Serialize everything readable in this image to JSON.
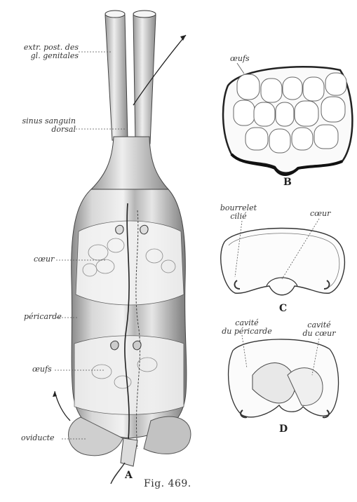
{
  "labels": {
    "extr_post_1": "extr. post. des",
    "extr_post_2": "gl. genitales",
    "sinus_1": "sinus sanguin",
    "sinus_2": "dorsal",
    "coeur_a": "cœur",
    "pericarde": "péricarde",
    "oeufs_a": "œufs",
    "oviducte": "oviducte",
    "oeufs_b": "œufs",
    "bourrelet_1": "bourrelet",
    "bourrelet_2": "cilié",
    "coeur_c": "cœur",
    "cavite_peri_1": "cavité",
    "cavite_peri_2": "du péricarde",
    "cavite_coeur_1": "cavité",
    "cavite_coeur_2": "du cœur"
  },
  "panels": {
    "a": "A",
    "b": "B",
    "c": "C",
    "d": "D"
  },
  "caption": "Fig. 469."
}
